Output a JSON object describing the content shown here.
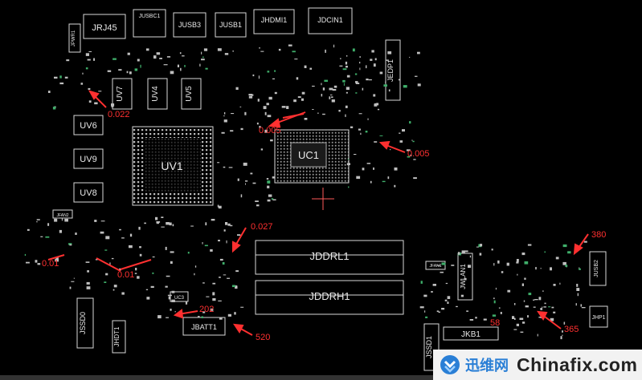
{
  "board": {
    "components": {
      "jrj45": "JRJ45",
      "jpwr": "JPWR1",
      "jusbc1": "JUSBC1",
      "jusb3": "JUSB3",
      "jusb1": "JUSB1",
      "jhdmi1": "JHDMI1",
      "jdcin1": "JDCIN1",
      "jedp1": "JEDP1",
      "uv7": "UV7",
      "uv4": "UV4",
      "uv5": "UV5",
      "uv6": "UV6",
      "uv9": "UV9",
      "uv8": "UV8",
      "uv1": "UV1",
      "uc1": "UC1",
      "jddrl1": "JDDRL1",
      "jddrh1": "JDDRH1",
      "jssd0": "JSSD0",
      "jhdt1": "JHDT1",
      "jbatt1": "JBATT1",
      "uc3": "UC3",
      "jwlan1": "JWLAN1",
      "jkb1": "JKB1",
      "jssd1": "JSSD1",
      "jusb2": "JUSB2",
      "jhp1": "JHP1",
      "jfan2": "JFAN2",
      "jfan1": "JFAN1"
    },
    "measurements": {
      "m1": "0.022",
      "m2": "0.005",
      "m3": "0.005",
      "m4": "0.027",
      "m5": "380",
      "m6": "202",
      "m7": "520",
      "m8": "58",
      "m9": "365",
      "m10": "0.01",
      "m11": "0.01"
    }
  },
  "watermark": {
    "cn_text": "迅维网",
    "en_text": "Chinafix.com"
  },
  "colors": {
    "background": "#000000",
    "outline": "#d8d8d8",
    "annotation": "#ff3030",
    "watermark_blue": "#2a7fd6"
  }
}
